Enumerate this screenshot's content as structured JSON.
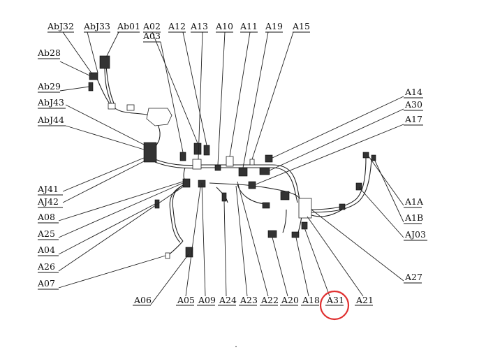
{
  "labels": {
    "AbJ32": "AbJ32",
    "AbJ33": "AbJ33",
    "Ab01": "Ab01",
    "A02": "A02",
    "A03": "A03",
    "A12": "A12",
    "A13": "A13",
    "A10": "A10",
    "A11": "A11",
    "A19": "A19",
    "A15": "A15",
    "Ab28": "Ab28",
    "Ab29": "Ab29",
    "AbJ43": "AbJ43",
    "AbJ44": "AbJ44",
    "A14": "A14",
    "A30": "A30",
    "A17": "A17",
    "AJ41": "AJ41",
    "AJ42": "AJ42",
    "A08": "A08",
    "A25": "A25",
    "A04": "A04",
    "A26": "A26",
    "A07": "A07",
    "A1A": "A1A",
    "A1B": "A1B",
    "AJ03": "AJ03",
    "A27": "A27",
    "A06": "A06",
    "A05": "A05",
    "A09": "A09",
    "A24": "A24",
    "A23": "A23",
    "A22": "A22",
    "A20": "A20",
    "A18": "A18",
    "A31": "A31",
    "A21": "A21"
  },
  "highlight": {
    "target": "A31",
    "color": "#e03030"
  }
}
